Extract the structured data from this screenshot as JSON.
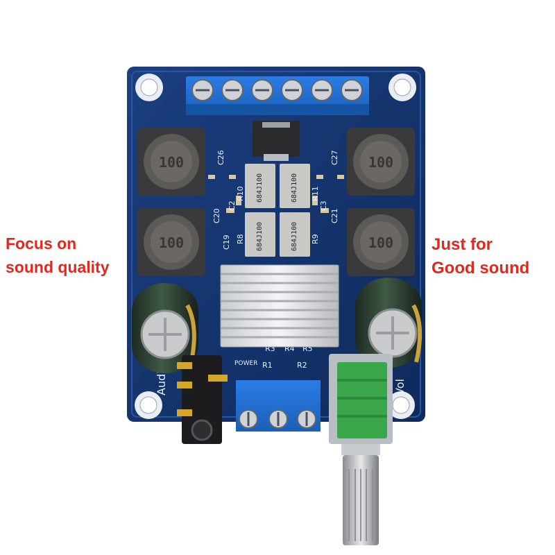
{
  "captions": {
    "left": [
      "Focus on",
      "sound quality"
    ],
    "right": [
      "Just for",
      "Good sound"
    ]
  },
  "board": {
    "inductor_marking": "100",
    "chip_marking": "684J100",
    "silkscreen": {
      "c26": "C26",
      "c27": "C27",
      "c20": "C20",
      "c21": "C21",
      "r10": "R10",
      "r11": "R11",
      "r8": "R8",
      "r9": "R9",
      "c19": "C19",
      "c3": "C3",
      "c2": "C2",
      "r1": "R1",
      "r2": "R2",
      "r3": "R3",
      "r4": "R4",
      "r5": "R5",
      "power": "POWER",
      "audio": "Audio",
      "vol": "Vol"
    }
  },
  "colors": {
    "pcb": "#14336e",
    "terminal": "#1f6fd6",
    "caption": "#e0281e",
    "potentiometer": "#3aa64a"
  }
}
